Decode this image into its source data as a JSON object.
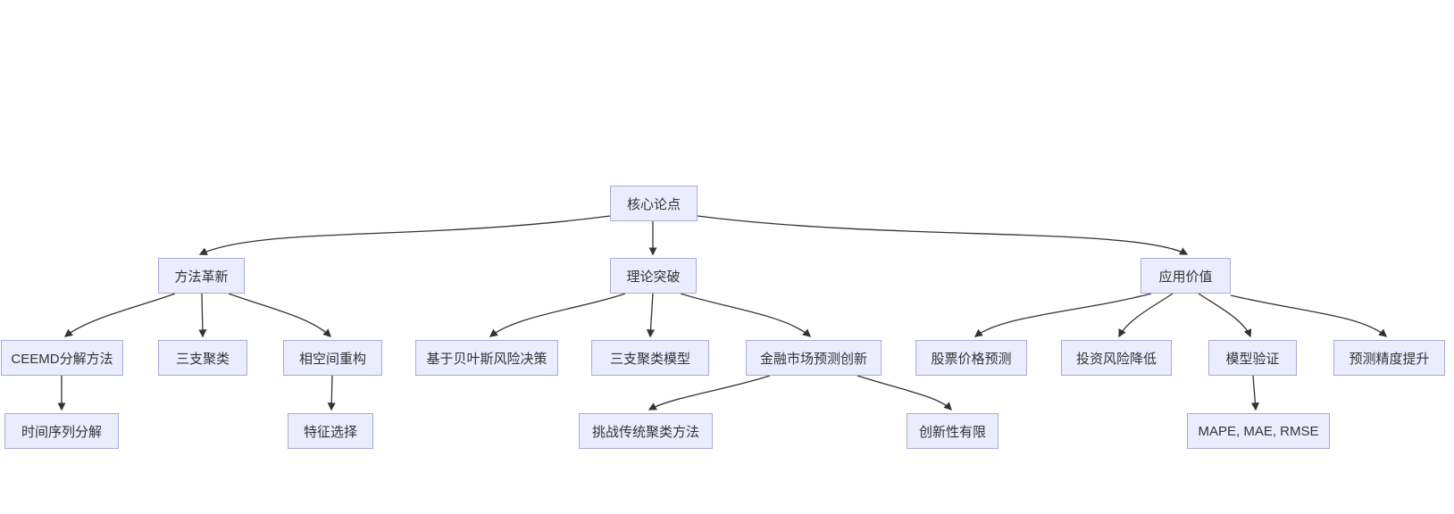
{
  "diagram": {
    "type": "flowchart-top-down",
    "colors": {
      "background": "#ffffff",
      "node_fill": "#ECECFF",
      "node_border": "#aaaad7",
      "edge_line": "#333333",
      "text": "#333333"
    },
    "nodes": {
      "root": {
        "label": "核心论点"
      },
      "method": {
        "label": "方法革新"
      },
      "theory": {
        "label": "理论突破"
      },
      "application": {
        "label": "应用价值"
      },
      "ceemd": {
        "label": "CEEMD分解方法"
      },
      "three_way": {
        "label": "三支聚类"
      },
      "phase": {
        "label": "相空间重构"
      },
      "bayes": {
        "label": "基于贝叶斯风险决策"
      },
      "twc_model": {
        "label": "三支聚类模型"
      },
      "fin_innov": {
        "label": "金融市场预测创新"
      },
      "stock": {
        "label": "股票价格预测"
      },
      "risk": {
        "label": "投资风险降低"
      },
      "model_valid": {
        "label": "模型验证"
      },
      "precision": {
        "label": "预测精度提升"
      },
      "ts_decomp": {
        "label": "时间序列分解"
      },
      "feature": {
        "label": "特征选择"
      },
      "challenge": {
        "label": "挑战传统聚类方法"
      },
      "limited": {
        "label": "创新性有限"
      },
      "metrics": {
        "label": "MAPE, MAE, RMSE"
      }
    },
    "edges": [
      {
        "from": "核心论点",
        "to": "方法革新"
      },
      {
        "from": "核心论点",
        "to": "理论突破"
      },
      {
        "from": "核心论点",
        "to": "应用价值"
      },
      {
        "from": "方法革新",
        "to": "CEEMD分解方法"
      },
      {
        "from": "方法革新",
        "to": "三支聚类"
      },
      {
        "from": "方法革新",
        "to": "相空间重构"
      },
      {
        "from": "理论突破",
        "to": "基于贝叶斯风险决策"
      },
      {
        "from": "理论突破",
        "to": "三支聚类模型"
      },
      {
        "from": "理论突破",
        "to": "金融市场预测创新"
      },
      {
        "from": "应用价值",
        "to": "股票价格预测"
      },
      {
        "from": "应用价值",
        "to": "投资风险降低"
      },
      {
        "from": "应用价值",
        "to": "模型验证"
      },
      {
        "from": "应用价值",
        "to": "预测精度提升"
      },
      {
        "from": "CEEMD分解方法",
        "to": "时间序列分解"
      },
      {
        "from": "相空间重构",
        "to": "特征选择"
      },
      {
        "from": "金融市场预测创新",
        "to": "挑战传统聚类方法"
      },
      {
        "from": "金融市场预测创新",
        "to": "创新性有限"
      },
      {
        "from": "模型验证",
        "to": "MAPE, MAE, RMSE"
      }
    ]
  }
}
